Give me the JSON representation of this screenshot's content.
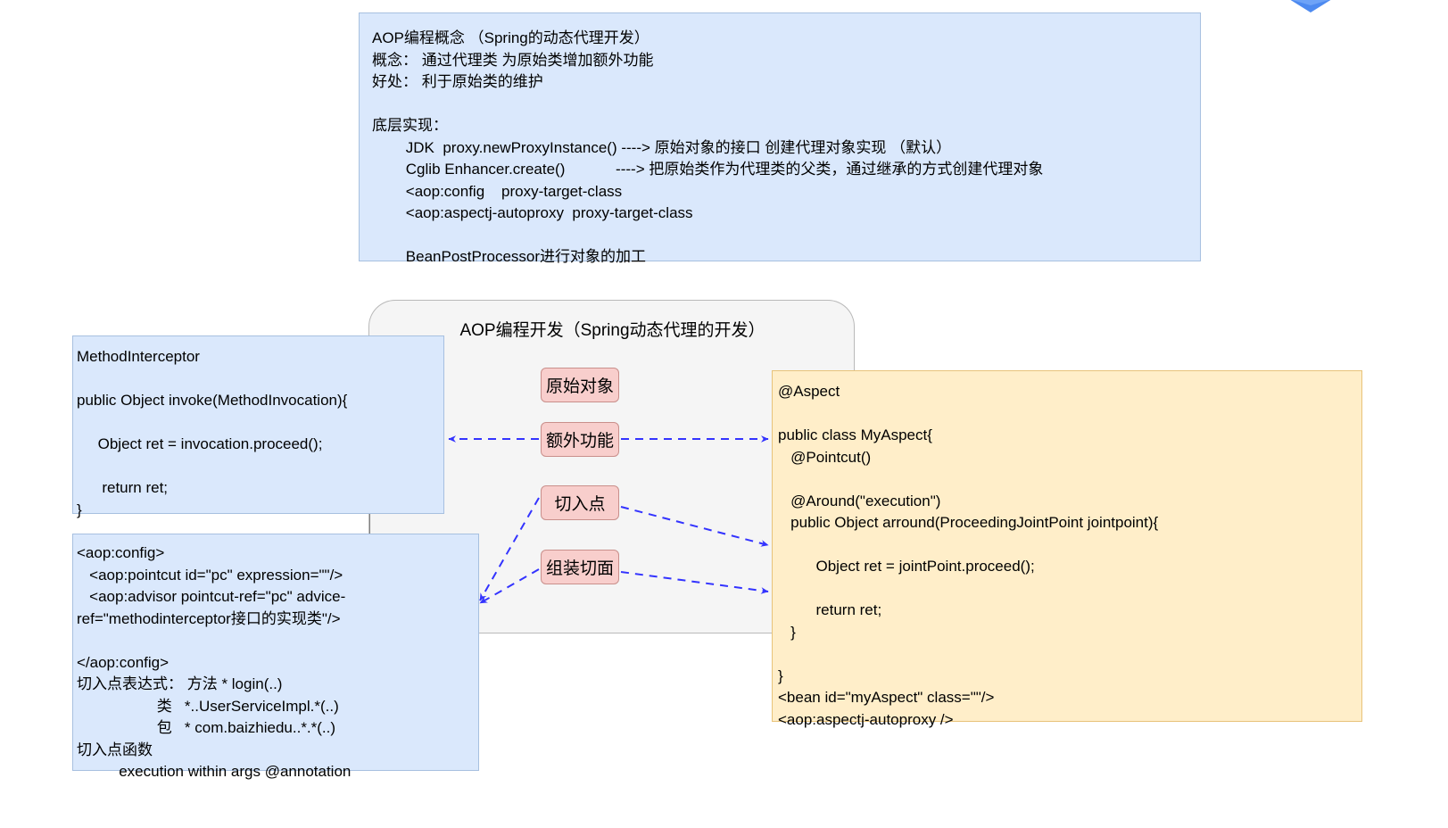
{
  "top_concept": {
    "text": "AOP编程概念 （Spring的动态代理开发）\n概念： 通过代理类 为原始类增加额外功能\n好处： 利于原始类的维护\n\n底层实现：\n        JDK  proxy.newProxyInstance() ----> 原始对象的接口 创建代理对象实现 （默认）\n        Cglib Enhancer.create()            ----> 把原始类作为代理类的父类，通过继承的方式创建代理对象\n        <aop:config    proxy-target-class\n        <aop:aspectj-autoproxy  proxy-target-class\n\n        BeanPostProcessor进行对象的加工"
  },
  "center_panel": {
    "title": "AOP编程开发（Spring动态代理的开发）",
    "nodes": [
      {
        "id": "original",
        "label": "原始对象"
      },
      {
        "id": "extra",
        "label": "额外功能"
      },
      {
        "id": "pointcut",
        "label": "切入点"
      },
      {
        "id": "assemble",
        "label": "组装切面"
      }
    ]
  },
  "method_interceptor": {
    "text": "MethodInterceptor\n\npublic Object invoke(MethodInvocation){\n\n     Object ret = invocation.proceed();\n\n      return ret;\n}"
  },
  "aop_config": {
    "text": "<aop:config>\n   <aop:pointcut id=\"pc\" expression=\"\"/>\n   <aop:advisor pointcut-ref=\"pc\" advice-\nref=\"methodinterceptor接口的实现类\"/>\n\n</aop:config>\n切入点表达式： 方法 * login(..)\n                   类   *..UserServiceImpl.*(..)\n                   包   * com.baizhiedu..*.*(..)\n切入点函数\n          execution within args @annotation"
  },
  "aspect_box": {
    "text": "@Aspect\n\npublic class MyAspect{\n   @Pointcut()\n\n   @Around(\"execution\")\n   public Object arround(ProceedingJointPoint jointpoint){\n\n         Object ret = jointPoint.proceed();\n\n         return ret;\n   }\n\n}\n<bean id=\"myAspect\" class=\"\"/>\n<aop:aspectj-autoproxy />"
  },
  "colors": {
    "blue_fill": "#dae8fc",
    "blue_stroke": "#a7c0e0",
    "yellow_fill": "#ffeec9",
    "yellow_stroke": "#e8c37a",
    "pink_fill": "#f8cecc",
    "pink_stroke": "#c98f8b",
    "panel_fill": "#f5f5f5",
    "panel_stroke": "#b9b9b9",
    "arrow": "#3333ff",
    "logo": "#4d8af0"
  },
  "connectors": [
    {
      "id": "extra-to-interceptor",
      "from": "extra",
      "to": "method-interceptor",
      "style": "dashed"
    },
    {
      "id": "extra-to-aspect",
      "from": "extra",
      "to": "aspect-box",
      "style": "dashed"
    },
    {
      "id": "pointcut-to-config",
      "from": "pointcut",
      "to": "aop-config",
      "style": "dashed"
    },
    {
      "id": "pointcut-to-aspect",
      "from": "pointcut",
      "to": "aspect-box",
      "style": "dashed"
    },
    {
      "id": "assemble-to-config",
      "from": "assemble",
      "to": "aop-config",
      "style": "dashed"
    },
    {
      "id": "assemble-to-aspect",
      "from": "assemble",
      "to": "aspect-box",
      "style": "dashed"
    }
  ],
  "corner_logo": {
    "name": "diamond-logo"
  }
}
